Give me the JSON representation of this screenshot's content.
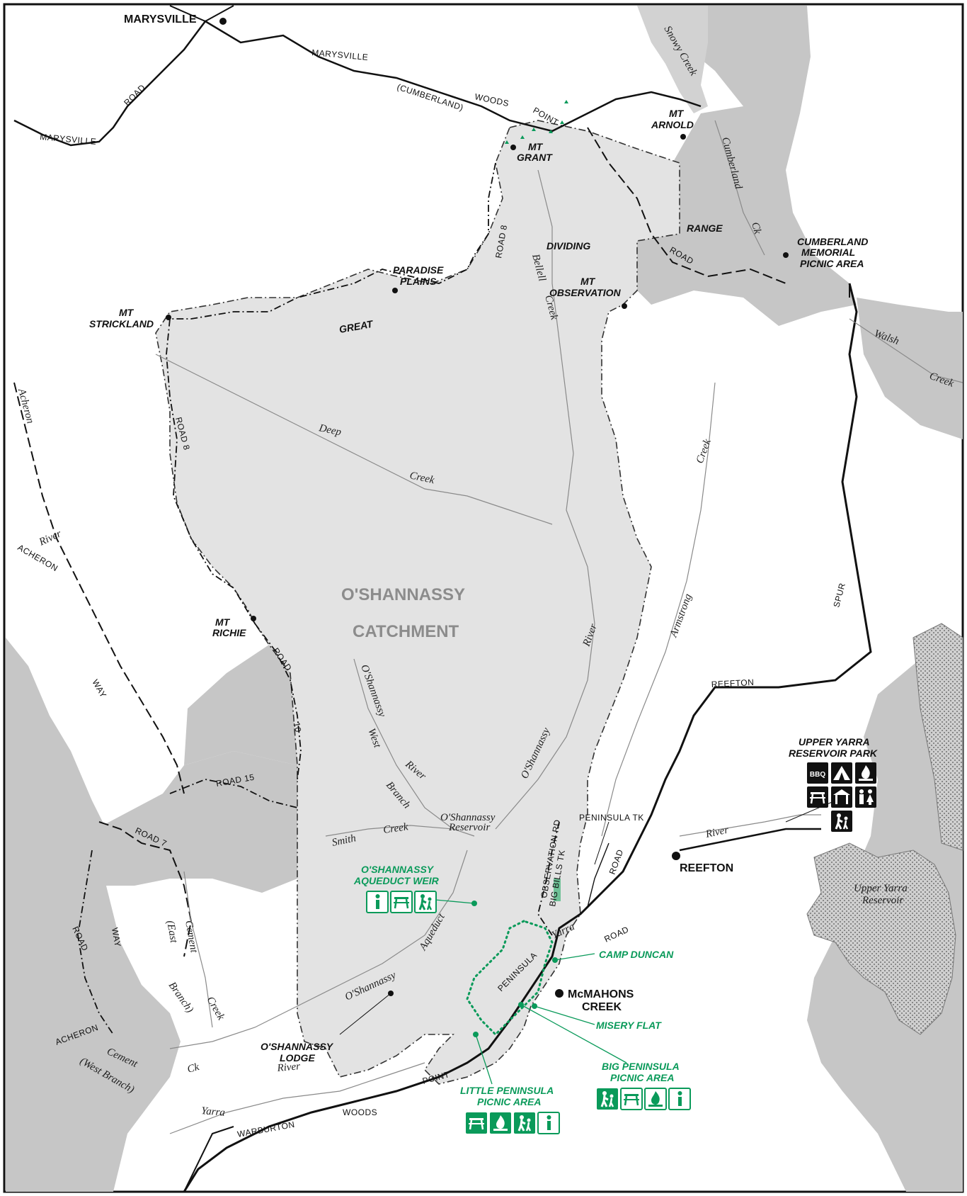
{
  "towns": {
    "marysville": "MARYSVILLE",
    "reefton": "REEFTON",
    "mcmahons_creek_l1": "McMAHONS",
    "mcmahons_creek_l2": "CREEK"
  },
  "places": {
    "mt_grant_l1": "MT",
    "mt_grant_l2": "GRANT",
    "mt_arnold_l1": "MT",
    "mt_arnold_l2": "ARNOLD",
    "paradise_l1": "PARADISE",
    "paradise_l2": "PLAINS",
    "mt_strickland_l1": "MT",
    "mt_strickland_l2": "STRICKLAND",
    "mt_observation_l1": "MT",
    "mt_observation_l2": "OBSERVATION",
    "mt_richie_l1": "MT",
    "mt_richie_l2": "RICHIE",
    "cumberland_l1": "CUMBERLAND",
    "cumberland_l2": "MEMORIAL",
    "cumberland_l3": "PICNIC AREA",
    "dividing": "DIVIDING",
    "range": "RANGE",
    "great": "GREAT",
    "oshannassy_lodge_l1": "O'SHANNASSY",
    "oshannassy_lodge_l2": "LODGE"
  },
  "catchment": {
    "line1": "O'SHANNASSY",
    "line2": "CATCHMENT"
  },
  "roads": {
    "marysville_1": "MARYSVILLE",
    "marysville_2": "MARYSVILLE",
    "road_a": "ROAD",
    "cumberland": "(CUMBERLAND)",
    "woods_1": "WOODS",
    "point_1": "POINT",
    "road8_a": "ROAD 8",
    "road8_b": "ROAD 8",
    "road_b": "ROAD",
    "road10_a": "ROAD",
    "road10_b": "10",
    "way_1": "WAY",
    "road15": "ROAD 15",
    "road7": "ROAD 7",
    "road_c": "ROAD",
    "way_2": "WAY",
    "acheron_road": "ACHERON",
    "acheron_2": "ACHERON",
    "reefton": "REEFTON",
    "spur": "SPUR",
    "peninsula_tk": "PENINSULA TK",
    "observation_rd": "OBSERVATION RD",
    "big_bills_tk": "BIG BILLS TK",
    "peninsula": "PENINSULA",
    "road_d": "ROAD",
    "road_e": "ROAD",
    "point_2": "POINT",
    "woods_2": "WOODS",
    "warburton": "WARBURTON"
  },
  "creeks": {
    "snowy": "Snowy Creek",
    "cumberland_1": "Cumberland",
    "cumberland_ck": "Ck",
    "bellell_1": "Bellell",
    "bellell_2": "Creek",
    "walsh": "Walsh",
    "creek_e": "Creek",
    "acheron_1": "Acheron",
    "river_1": "River",
    "deep": "Deep",
    "deep_creek": "Creek",
    "creek_arm": "Creek",
    "armstrong": "Armstrong",
    "river_osh": "River",
    "osh_west_1": "O'Shannassy",
    "osh_west_2": "West",
    "osh_west_3": "River",
    "osh_west_4": "Branch",
    "oshannassy": "O'Shannassy",
    "osh_res_1": "O'Shannassy",
    "osh_res_2": "Reservoir",
    "smith": "Smith",
    "smith_creek": "Creek",
    "river_reefton": "River",
    "upper_yarra_1": "Upper Yarra",
    "upper_yarra_2": "Reservoir",
    "yarra_1": "Yarra",
    "yarra_2": "Yarra",
    "osh_aqueduct_1": "O'Shannassy",
    "osh_aqueduct_2": "Aqueduct",
    "cement_east_1": "Cement",
    "cement_east_2": "(East",
    "cement_east_3": "Branch)",
    "cement_east_4": "Creek",
    "ck": "Ck",
    "river_2": "River",
    "cement_west_1": "Cement",
    "cement_west_2": "(West Branch)"
  },
  "facilities": {
    "osh_weir_l1": "O'SHANNASSY",
    "osh_weir_l2": "AQUEDUCT WEIR",
    "camp_duncan": "CAMP DUNCAN",
    "misery_flat": "MISERY FLAT",
    "big_peninsula_l1": "BIG PENINSULA",
    "big_peninsula_l2": "PICNIC AREA",
    "little_peninsula_l1": "LITTLE PENINSULA",
    "little_peninsula_l2": "PICNIC AREA",
    "upper_yarra_l1": "UPPER YARRA",
    "upper_yarra_l2": "RESERVOIR PARK",
    "bbq": "BBQ"
  },
  "colors": {
    "catchment_fill": "#e3e3e3",
    "dark_fill": "#c6c6c6",
    "green": "#0a9a5a",
    "road": "#111111"
  }
}
